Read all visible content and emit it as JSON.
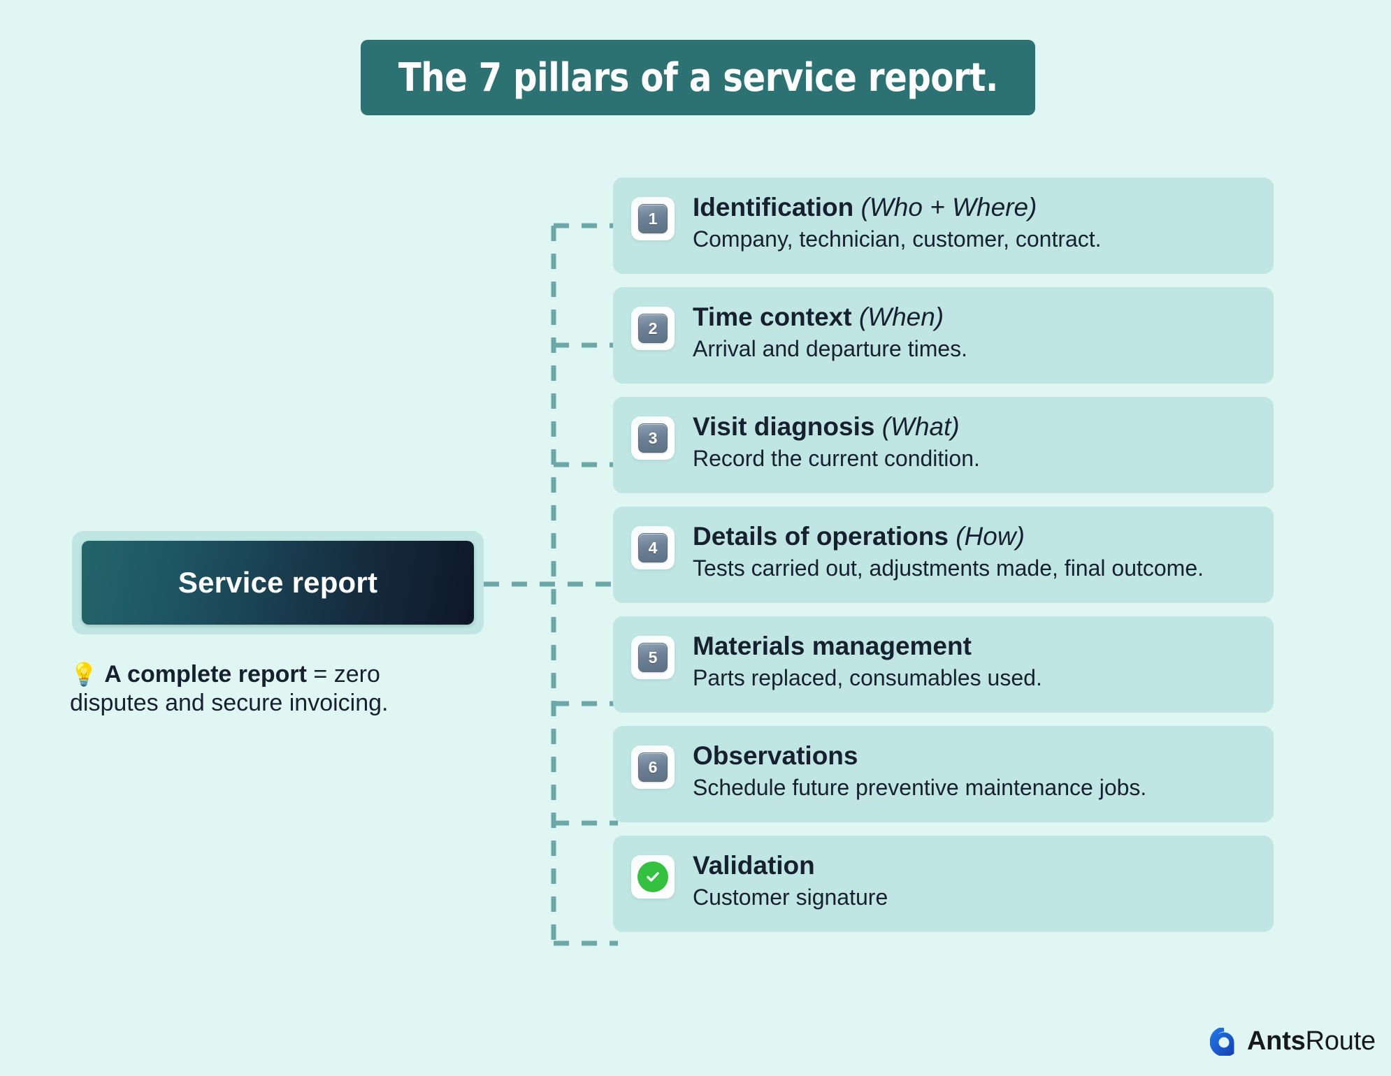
{
  "page": {
    "background_color": "#e0f6f2",
    "title": "The 7 pillars of a service report."
  },
  "title_banner": {
    "text": "The 7 pillars of a service report.",
    "background_color": "#2d7273",
    "text_color": "#ffffff"
  },
  "root_node": {
    "label": "Service report",
    "gradient_from": "#23656b",
    "gradient_to": "#0e1728",
    "frame_color": "#bfe6e3"
  },
  "caption": {
    "icon": "lightbulb-icon",
    "icon_glyph": "💡",
    "strong": "A complete report",
    "rest": " = zero disputes and secure invoicing."
  },
  "cards": [
    {
      "number": "1",
      "icon": "keycap-1-icon",
      "title_main": "Identification",
      "title_paren": "(Who + Where)",
      "subtitle": "Company, technician, customer, contract."
    },
    {
      "number": "2",
      "icon": "keycap-2-icon",
      "title_main": "Time context",
      "title_paren": "(When)",
      "subtitle": "Arrival and departure times."
    },
    {
      "number": "3",
      "icon": "keycap-3-icon",
      "title_main": "Visit diagnosis",
      "title_paren": "(What)",
      "subtitle": "Record the current condition."
    },
    {
      "number": "4",
      "icon": "keycap-4-icon",
      "title_main": "Details of operations",
      "title_paren": "(How)",
      "subtitle": "Tests carried out, adjustments made, final outcome."
    },
    {
      "number": "5",
      "icon": "keycap-5-icon",
      "title_main": "Materials management",
      "title_paren": "",
      "subtitle": "Parts replaced, consumables used."
    },
    {
      "number": "6",
      "icon": "keycap-6-icon",
      "title_main": "Observations",
      "title_paren": "",
      "subtitle": "Schedule future preventive maintenance jobs."
    },
    {
      "number": "",
      "icon": "green-check-icon",
      "title_main": "Validation",
      "title_paren": "",
      "subtitle": "Customer signature"
    }
  ],
  "colors": {
    "card_background": "#bfe6e3",
    "connector": "#6ca8a8",
    "text": "#16202e",
    "check_green": "#34c13f",
    "logo_blue": "#1b5fd9"
  },
  "logo": {
    "mark": "antsroute-logo-icon",
    "name_bold": "Ants",
    "name_light": "Route"
  }
}
